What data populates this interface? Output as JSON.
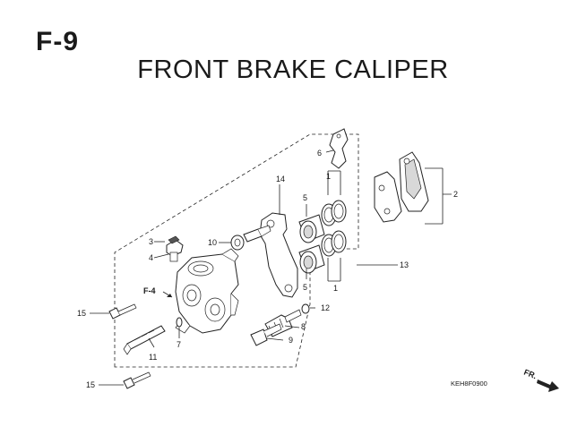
{
  "header": {
    "section_code": "F-9",
    "title": "FRONT BRAKE CALIPER"
  },
  "callouts": [
    {
      "id": "c1a",
      "label": "1"
    },
    {
      "id": "c1b",
      "label": "1"
    },
    {
      "id": "c2",
      "label": "2"
    },
    {
      "id": "c3",
      "label": "3"
    },
    {
      "id": "c4",
      "label": "4"
    },
    {
      "id": "c5a",
      "label": "5"
    },
    {
      "id": "c5b",
      "label": "5"
    },
    {
      "id": "c6",
      "label": "6"
    },
    {
      "id": "c7",
      "label": "7"
    },
    {
      "id": "c8",
      "label": "8"
    },
    {
      "id": "c9",
      "label": "9"
    },
    {
      "id": "c10",
      "label": "10"
    },
    {
      "id": "c11",
      "label": "11"
    },
    {
      "id": "c12",
      "label": "12"
    },
    {
      "id": "c13",
      "label": "13"
    },
    {
      "id": "c14",
      "label": "14"
    },
    {
      "id": "c15a",
      "label": "15"
    },
    {
      "id": "c15b",
      "label": "15"
    }
  ],
  "reference_label": "F-4",
  "direction_label": "FR.",
  "drawing_code": "KEH8F0900"
}
